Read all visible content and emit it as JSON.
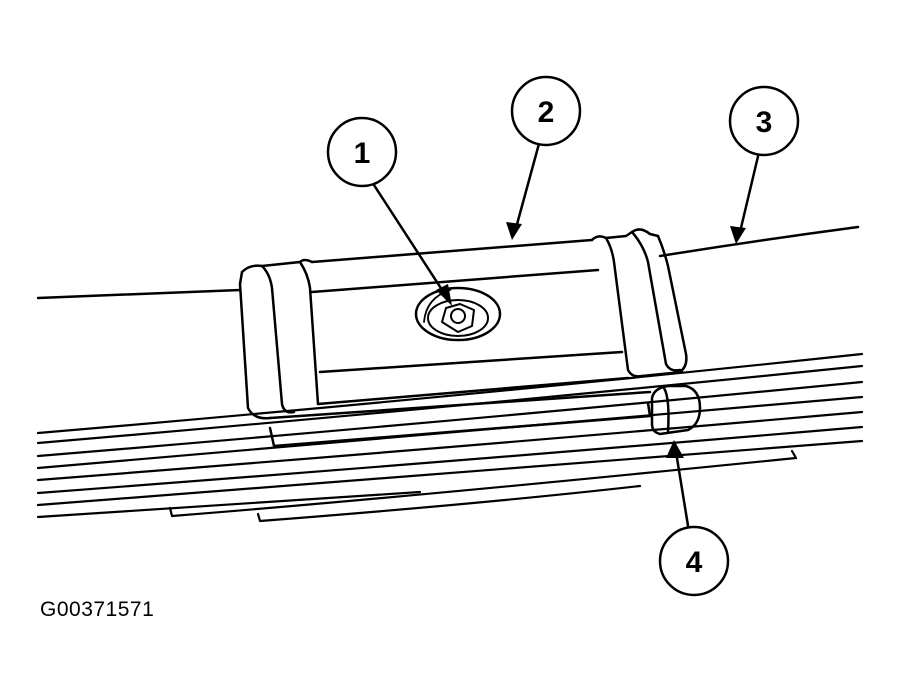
{
  "figure_id": "G00371571",
  "callouts": [
    {
      "label": "1"
    },
    {
      "label": "2"
    },
    {
      "label": "3"
    },
    {
      "label": "4"
    }
  ],
  "colors": {
    "line": "#000000",
    "background": "#ffffff"
  }
}
